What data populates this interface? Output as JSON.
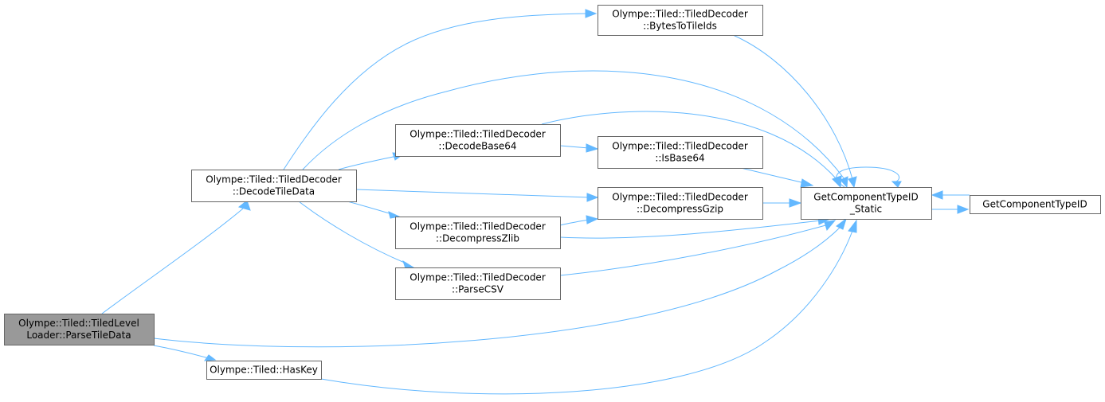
{
  "diagram": {
    "type": "call-graph",
    "colors": {
      "edge": "#63b8ff",
      "root_fill": "#999999",
      "node_fill": "#ffffff",
      "node_border": "#666666"
    },
    "nodes": [
      {
        "id": "parse",
        "lines": [
          "Olympe::Tiled::TiledLevel",
          "Loader::ParseTileData"
        ],
        "root": true
      },
      {
        "id": "decodeTile",
        "lines": [
          "Olympe::Tiled::TiledDecoder",
          "::DecodeTileData"
        ]
      },
      {
        "id": "hasKey",
        "lines": [
          "Olympe::Tiled::HasKey"
        ]
      },
      {
        "id": "bytes",
        "lines": [
          "Olympe::Tiled::TiledDecoder",
          "::BytesToTileIds"
        ]
      },
      {
        "id": "b64",
        "lines": [
          "Olympe::Tiled::TiledDecoder",
          "::DecodeBase64"
        ]
      },
      {
        "id": "isb64",
        "lines": [
          "Olympe::Tiled::TiledDecoder",
          "::IsBase64"
        ]
      },
      {
        "id": "gzip",
        "lines": [
          "Olympe::Tiled::TiledDecoder",
          "::DecompressGzip"
        ]
      },
      {
        "id": "zlib",
        "lines": [
          "Olympe::Tiled::TiledDecoder",
          "::DecompressZlib"
        ]
      },
      {
        "id": "csv",
        "lines": [
          "Olympe::Tiled::TiledDecoder",
          "::ParseCSV"
        ]
      },
      {
        "id": "gcs",
        "lines": [
          "GetComponentTypeID",
          "_Static"
        ]
      },
      {
        "id": "gc",
        "lines": [
          "GetComponentTypeID"
        ]
      }
    ],
    "edges": [
      [
        "parse",
        "decodeTile"
      ],
      [
        "parse",
        "gcs"
      ],
      [
        "parse",
        "hasKey"
      ],
      [
        "decodeTile",
        "bytes"
      ],
      [
        "decodeTile",
        "gcs"
      ],
      [
        "decodeTile",
        "b64"
      ],
      [
        "decodeTile",
        "gzip"
      ],
      [
        "decodeTile",
        "zlib"
      ],
      [
        "decodeTile",
        "csv"
      ],
      [
        "bytes",
        "gcs"
      ],
      [
        "b64",
        "gcs"
      ],
      [
        "b64",
        "isb64"
      ],
      [
        "isb64",
        "gcs"
      ],
      [
        "gzip",
        "gcs"
      ],
      [
        "zlib",
        "gzip"
      ],
      [
        "zlib",
        "gcs"
      ],
      [
        "csv",
        "gcs"
      ],
      [
        "hasKey",
        "gcs"
      ],
      [
        "gcs",
        "gcs"
      ],
      [
        "gcs",
        "gc"
      ],
      [
        "gc",
        "gcs"
      ]
    ]
  }
}
